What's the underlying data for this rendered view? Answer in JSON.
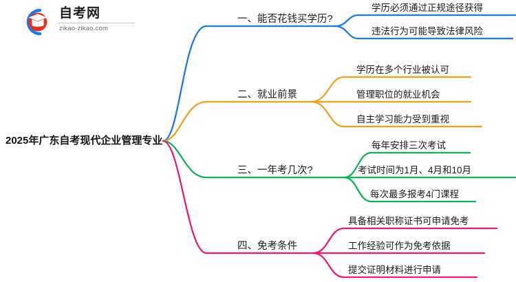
{
  "logo": {
    "name": "zikao-logo",
    "title": "自考网",
    "domain": "zikao-zikao.com",
    "mark_arc_color": "#1a7ae8",
    "mark_cap_color": "#e03127"
  },
  "mindmap": {
    "root": {
      "label": "2025年广东自考现代企业管理专业"
    },
    "branches": [
      {
        "label": "一、能否花钱买学历?",
        "color": "#1a7ae8",
        "children": [
          {
            "label": "学历必须通过正规途径获得"
          },
          {
            "label": "违法行为可能导致法律风险"
          }
        ]
      },
      {
        "label": "二、就业前景",
        "color": "#f0a01e",
        "children": [
          {
            "label": "学历在多个行业被认可"
          },
          {
            "label": "管理职位的就业机会"
          },
          {
            "label": "自主学习能力受到重视"
          }
        ]
      },
      {
        "label": "三、一年考几次?",
        "color": "#0bb558",
        "children": [
          {
            "label": "每年安排三次考试"
          },
          {
            "label": "考试时间为1月、4月和10月"
          },
          {
            "label": "每次最多报考4门课程"
          }
        ]
      },
      {
        "label": "四、免考条件",
        "color": "#ed1a72",
        "children": [
          {
            "label": "具备相关职称证书可申请免考"
          },
          {
            "label": "工作经验可作为免考依据"
          },
          {
            "label": "提交证明材料进行申请"
          }
        ]
      }
    ]
  }
}
